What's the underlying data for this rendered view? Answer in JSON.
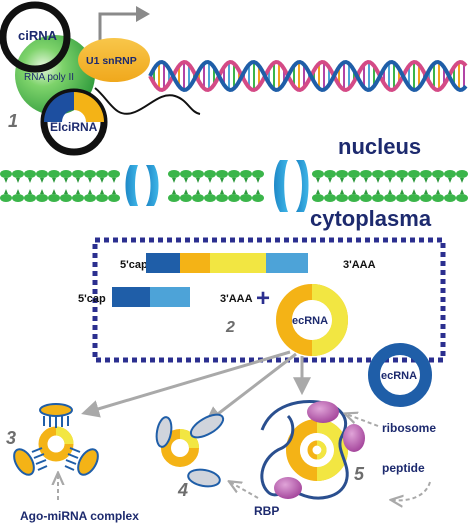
{
  "labels": {
    "cirna": "ciRNA",
    "u1": "U1 snRNP",
    "rnapol": "RNA poly II",
    "elcirna": "EIciRNA",
    "nucleus": "nucleus",
    "cytoplasma": "cytoplasma",
    "cap1": "5'cap",
    "aaa1": "3'AAA",
    "cap2": "5'cap",
    "aaa2": "3'AAA",
    "plus": "+",
    "ecrna_center": "ecRNA",
    "ecrna_right": "ecRNA",
    "ribosome": "ribosome",
    "peptide": "peptide",
    "rbp": "RBP",
    "ago": "Ago-miRNA complex"
  },
  "numbers": {
    "n1": "1",
    "n2": "2",
    "n3": "3",
    "n4": "4",
    "n5": "5"
  },
  "colors": {
    "navy": "#1d2a6e",
    "blue": "#1f5ea8",
    "lightblue": "#4da3d8",
    "yellow": "#f2e642",
    "orange": "#f4b316",
    "green": "#3bb54a",
    "pink": "#d44a86",
    "purple": "#b245a6",
    "gray": "#a9a9a9"
  }
}
